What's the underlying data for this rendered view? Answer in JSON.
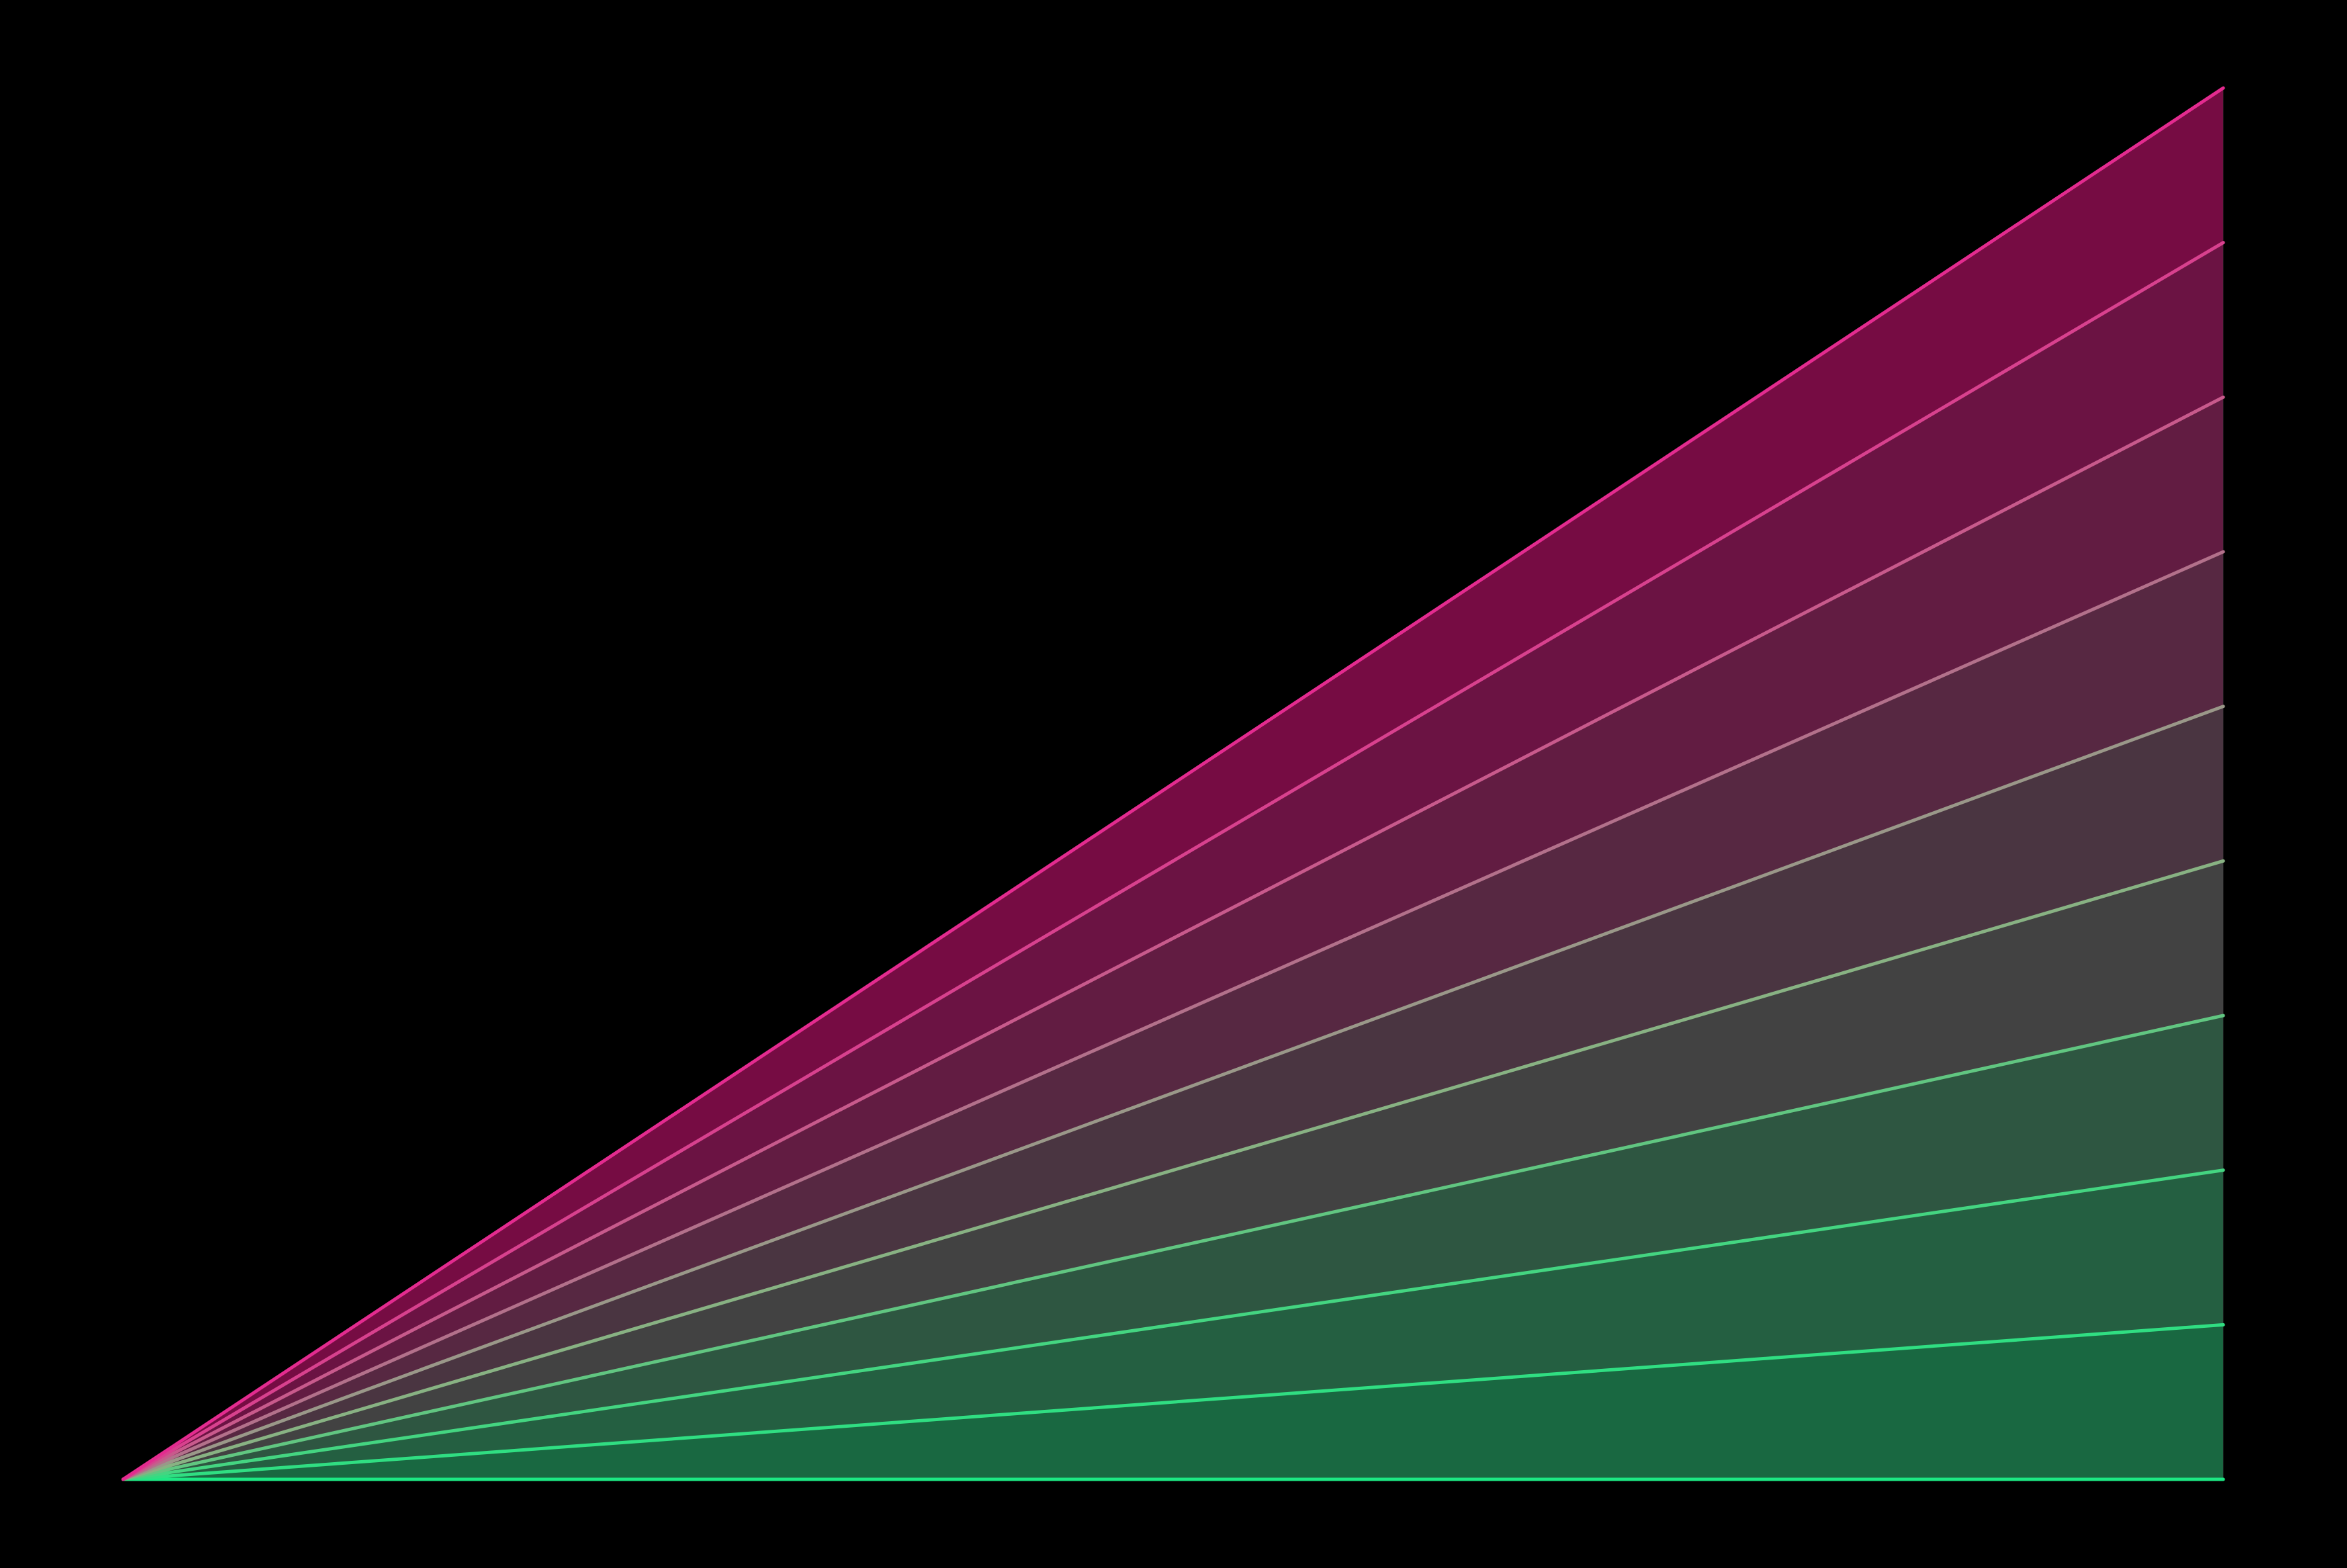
{
  "background": "#000000",
  "chart_data": {
    "type": "area",
    "title": "",
    "xlabel": "",
    "ylabel": "",
    "axes_visible": false,
    "grid": false,
    "legend": "none",
    "x": [
      0,
      1
    ],
    "xlim": [
      0,
      1
    ],
    "ylim": [
      0,
      9
    ],
    "series": [
      {
        "values": [
          0,
          0
        ],
        "color": "#1de783",
        "fill": "#0d7341"
      },
      {
        "values": [
          0,
          1
        ],
        "color": "#30de82",
        "fill": "#196841"
      },
      {
        "values": [
          0,
          2
        ],
        "color": "#44d581",
        "fill": "#245f41"
      },
      {
        "values": [
          0,
          3
        ],
        "color": "#61c681",
        "fill": "#2e5641"
      },
      {
        "values": [
          0,
          4
        ],
        "color": "#88b283",
        "fill": "#424242"
      },
      {
        "values": [
          0,
          5
        ],
        "color": "#9a9889",
        "fill": "#4a3541"
      },
      {
        "values": [
          0,
          6
        ],
        "color": "#b3718b",
        "fill": "#572842"
      },
      {
        "values": [
          0,
          7
        ],
        "color": "#c85a8c",
        "fill": "#621c42"
      },
      {
        "values": [
          0,
          8
        ],
        "color": "#d8418e",
        "fill": "#6b1343"
      },
      {
        "values": [
          0,
          9
        ],
        "color": "#e32b8f",
        "fill": "#760c43"
      }
    ]
  }
}
